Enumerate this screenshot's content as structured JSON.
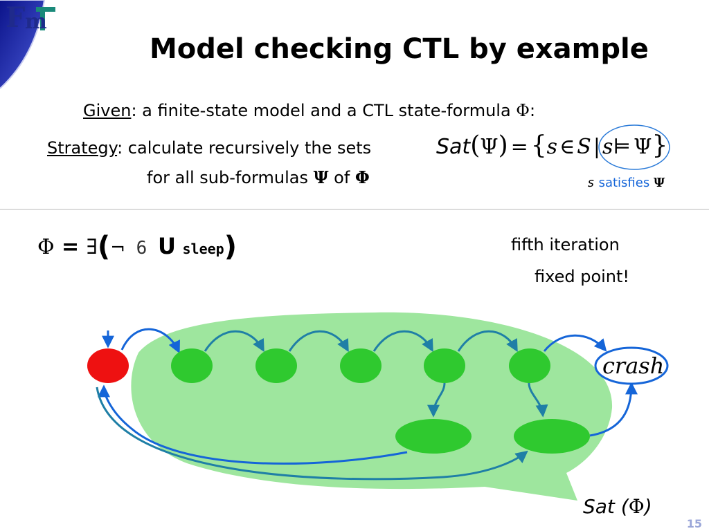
{
  "logo": {
    "letter_f": "F",
    "letter_m": "m"
  },
  "title": "Model checking CTL by example",
  "given": {
    "label": "Given",
    "text": ": a finite-state model and a CTL state-formula ",
    "phi": "Φ",
    "colon": ":"
  },
  "strategy": {
    "label": "Strategy",
    "text": ": calculate recursively the sets",
    "line2_a": "for all sub-formulas ",
    "psi": "Ψ",
    "line2_b": " of ",
    "phi": "Φ"
  },
  "sat_def": {
    "sat": "Sat",
    "lparen": "(",
    "psi": "Ψ",
    "rparen": ")",
    "eq": "=",
    "lbrace": "{",
    "s": "s",
    "in": "∈",
    "S": "S",
    "bar": "|",
    "s2": "s",
    "models": "⊨",
    "psi2": "Ψ",
    "rbrace": "}"
  },
  "satisfies_note": {
    "s": "s",
    "text": " satisfies ",
    "psi": "Ψ"
  },
  "formula": {
    "phi": "Φ",
    "eq": " = ",
    "exists": "∃",
    "lparen": "(",
    "neg": "¬",
    "six": " 6 ",
    "until": "U",
    "sleep": "sleep",
    "rparen": ")"
  },
  "iteration": {
    "label": "fifth iteration",
    "fixed": "fixed point!"
  },
  "diagram": {
    "crash_label": "crash",
    "sat_label": "Sat",
    "sat_open": "(",
    "sat_phi": "Φ",
    "sat_close": ")"
  },
  "page_number": "15",
  "colors": {
    "initial_state": "#ee1111",
    "state": "#2fc92f",
    "region": "#9ee69e",
    "arrow_blue": "#1565d8",
    "arrow_teal": "#1f7fa6",
    "logo": "#1f2a8c"
  }
}
